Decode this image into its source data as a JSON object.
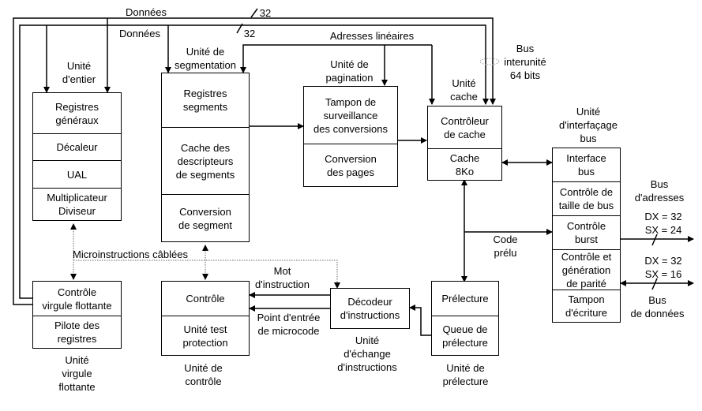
{
  "units": {
    "entier": {
      "label": "Unité\nd'entier",
      "cells": [
        "Registres\ngénéraux",
        "Décaleur",
        "UAL",
        "Multiplicateur\nDiviseur"
      ]
    },
    "segmentation": {
      "label": "Unité de\nsegmentation",
      "cells": [
        "Registres\nsegments",
        "Cache des\ndescripteurs\nde segments",
        "Conversion\nde segment"
      ]
    },
    "pagination": {
      "label": "Unité de\npagination",
      "cells": [
        "Tampon de\nsurveillance\ndes conversions",
        "Conversion\ndes pages"
      ]
    },
    "cache": {
      "label": "Unité\ncache",
      "cells": [
        "Contrôleur\nde cache",
        "Cache\n8Ko"
      ]
    },
    "interface_bus": {
      "label": "Unité\nd'interfaçage\nbus",
      "cells": [
        "Interface\nbus",
        "Contrôle de\ntaille de bus",
        "Contrôle\nburst",
        "Contrôle et\ngénération\nde parité",
        "Tampon\nd'écriture"
      ]
    },
    "virgule_flottante": {
      "label": "Unité\nvirgule\nflottante",
      "cells": [
        "Contrôle\nvirgule flottante",
        "Pilote des\nregistres"
      ]
    },
    "controle": {
      "label": "Unité de\ncontrôle",
      "cells": [
        "Contrôle",
        "Unité test\nprotection"
      ]
    },
    "echange_instructions": {
      "label": "Unité\nd'échange\nd'instructions",
      "cells": [
        "Décodeur\nd'instructions"
      ]
    },
    "prelecture": {
      "label": "Unité de\nprélecture",
      "cells": [
        "Prélecture",
        "Queue de\nprélecture"
      ]
    }
  },
  "signals": {
    "donnees_outer": "Données",
    "donnees_inner": "Données",
    "width_outer": "32",
    "width_inner": "32",
    "adresses_lineaires": "Adresses linéaires",
    "bus_interunite": "Bus\ninterunité\n64 bits",
    "microinstructions": "Microinstructions câblées",
    "mot_instruction": "Mot\nd'instruction",
    "point_entree": "Point d'entrée\nde microcode",
    "code_prelu": "Code\nprélu",
    "bus_adresses": "Bus\nd'adresses",
    "addr_width": "DX = 32\nSX = 24",
    "data_width": "DX = 32\nSX = 16",
    "bus_donnees": "Bus\nde données"
  }
}
